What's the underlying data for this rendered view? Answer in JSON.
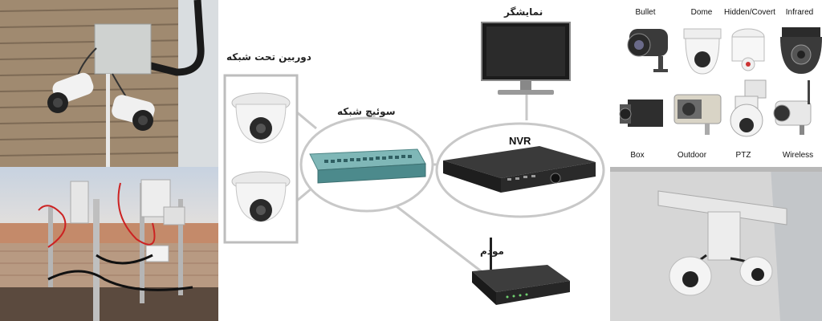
{
  "labels": {
    "network_cameras": "دوربین تحت شبکه",
    "network_switch": "سوئیچ شبکه",
    "monitor": "نمایشگر",
    "nvr": "NVR",
    "modem": "مودم"
  },
  "camera_types": [
    {
      "name": "Bullet",
      "icon": "bullet-camera-icon"
    },
    {
      "name": "Dome",
      "icon": "dome-camera-icon"
    },
    {
      "name": "Hidden/Covert",
      "icon": "covert-camera-icon"
    },
    {
      "name": "Infrared",
      "icon": "infrared-camera-icon"
    },
    {
      "name": "Box",
      "icon": "box-camera-icon"
    },
    {
      "name": "Outdoor",
      "icon": "outdoor-camera-icon"
    },
    {
      "name": "PTZ",
      "icon": "ptz-camera-icon"
    },
    {
      "name": "Wireless",
      "icon": "wireless-camera-icon"
    }
  ]
}
